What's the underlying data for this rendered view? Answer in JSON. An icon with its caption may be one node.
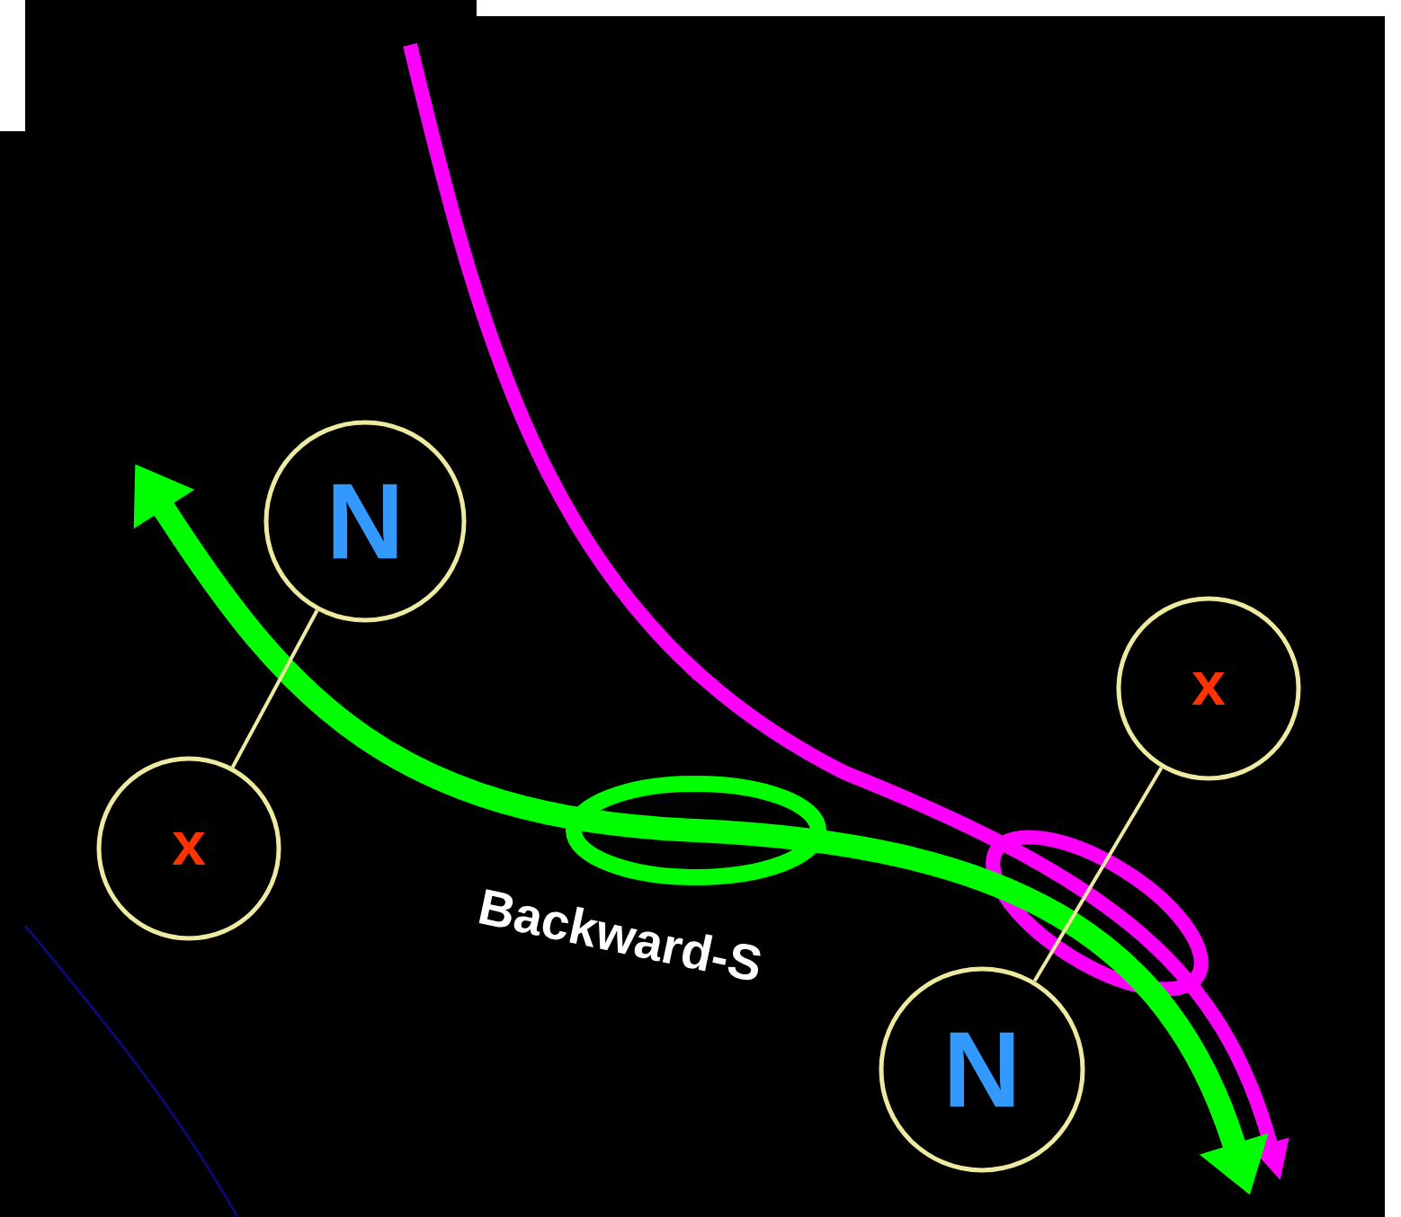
{
  "diagram": {
    "nodes": [
      {
        "text": [
          "N"
        ]
      },
      {
        "text": [
          "x"
        ]
      },
      {
        "text": [
          "x"
        ]
      },
      {
        "text": [
          "N"
        ]
      }
    ],
    "edges": [
      {
        "from": 0,
        "to": 1,
        "arrow": "none"
      },
      {
        "from": 2,
        "to": 3,
        "arrow": "none"
      }
    ],
    "labels": [
      "Backward-S"
    ]
  }
}
